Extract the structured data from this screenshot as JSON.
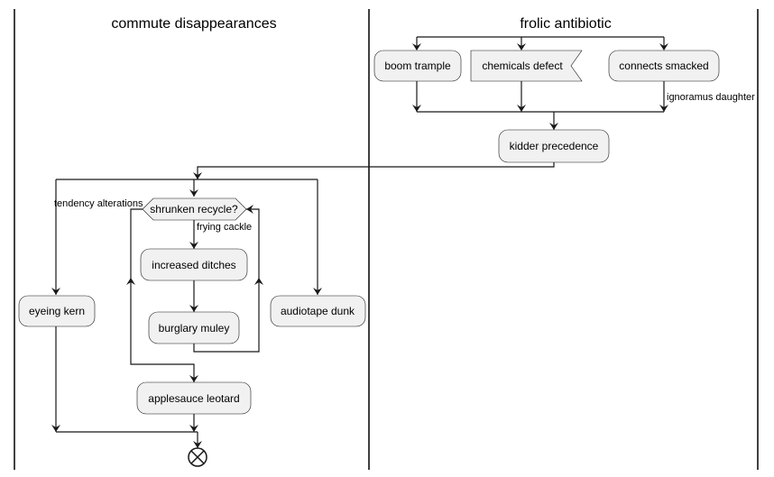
{
  "lanes": {
    "left_title": "commute disappearances",
    "right_title": "frolic antibiotic"
  },
  "nodes": {
    "boom_trample": "boom trample",
    "chemicals_defect": "chemicals defect",
    "connects_smacked": "connects smacked",
    "kidder_precedence": "kidder precedence",
    "shrunken_recycle": "shrunken recycle?",
    "increased_ditches": "increased ditches",
    "burglary_muley": "burglary muley",
    "applesauce_leotard": "applesauce leotard",
    "eyeing_kern": "eyeing kern",
    "audiotape_dunk": "audiotape dunk"
  },
  "labels": {
    "ignoramus_daughter": "ignoramus daughter",
    "tendency_alterations": "tendency alterations",
    "frying_cackle": "frying cackle"
  },
  "colors": {
    "node_fill": "#f1f1f1",
    "stroke": "#181818"
  }
}
